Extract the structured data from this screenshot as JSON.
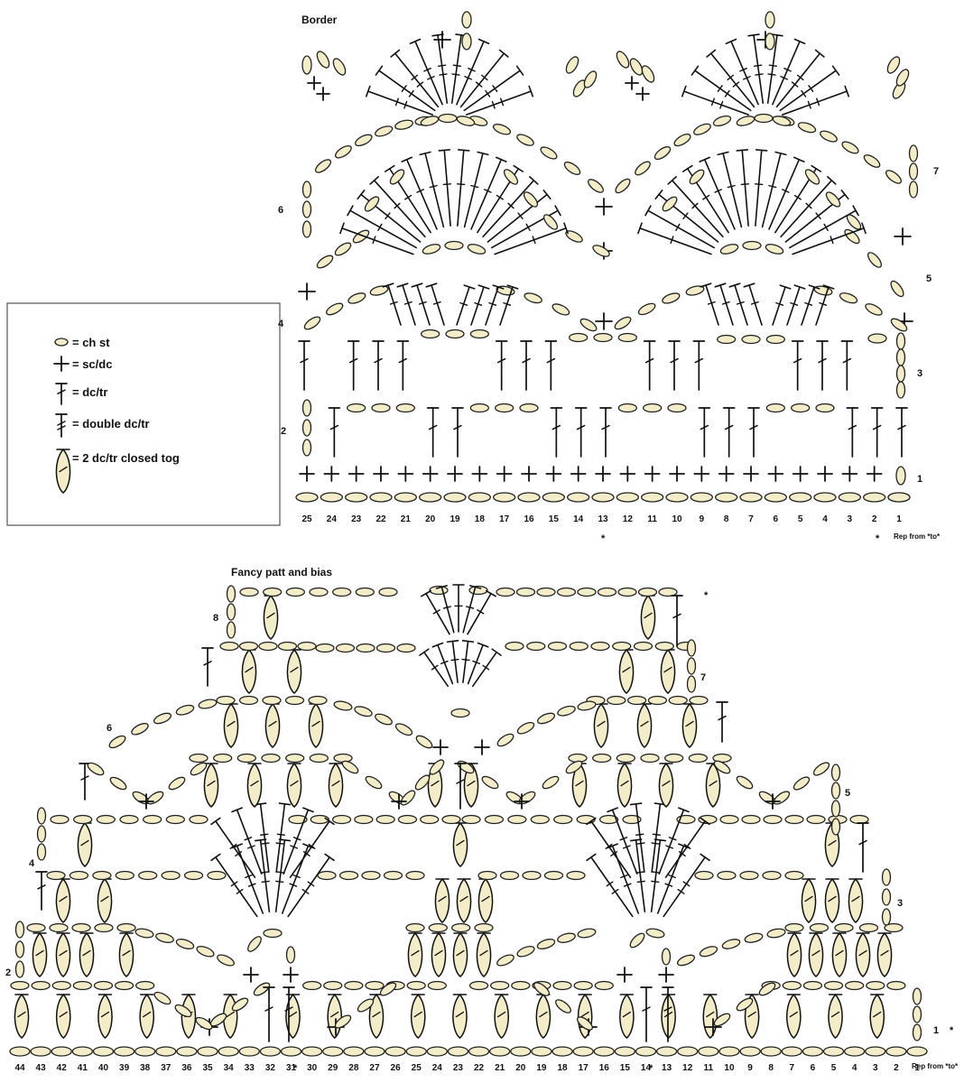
{
  "border": {
    "title": "Border",
    "row_labels": [
      "1",
      "2",
      "3",
      "4",
      "5",
      "6",
      "7"
    ],
    "stitch_numbers": [
      "25",
      "24",
      "23",
      "22",
      "21",
      "20",
      "19",
      "18",
      "17",
      "16",
      "15",
      "14",
      "13",
      "12",
      "11",
      "10",
      "9",
      "8",
      "7",
      "6",
      "5",
      "4",
      "3",
      "2",
      "1"
    ],
    "star": "*",
    "repeat_note": "Rep from *to*"
  },
  "fancy": {
    "title": "Fancy patt and bias",
    "row_labels": [
      "1",
      "2",
      "3",
      "4",
      "5",
      "6",
      "7",
      "8"
    ],
    "stitch_numbers": [
      "44",
      "43",
      "42",
      "41",
      "40",
      "39",
      "38",
      "37",
      "36",
      "35",
      "34",
      "33",
      "32",
      "31",
      "30",
      "29",
      "28",
      "27",
      "26",
      "25",
      "24",
      "23",
      "22",
      "21",
      "20",
      "19",
      "18",
      "17",
      "16",
      "15",
      "14",
      "13",
      "12",
      "11",
      "10",
      "9",
      "8",
      "7",
      "6",
      "5",
      "4",
      "3",
      "2",
      "1"
    ],
    "star": "*",
    "repeat_note": "Rep from *to*"
  },
  "legend": {
    "items": [
      {
        "symbol": "ch-icon",
        "label": "= ch st"
      },
      {
        "symbol": "sc-icon",
        "label": "= sc/dc"
      },
      {
        "symbol": "dc-icon",
        "label": "= dc/tr"
      },
      {
        "symbol": "double-dc-icon",
        "label": "= double dc/tr"
      },
      {
        "symbol": "cluster-icon",
        "label": "= 2 dc/tr closed tog"
      }
    ]
  },
  "colors": {
    "ink": "#111111",
    "chain_fill": "#f3ecc8",
    "chain_stroke": "#222222"
  }
}
